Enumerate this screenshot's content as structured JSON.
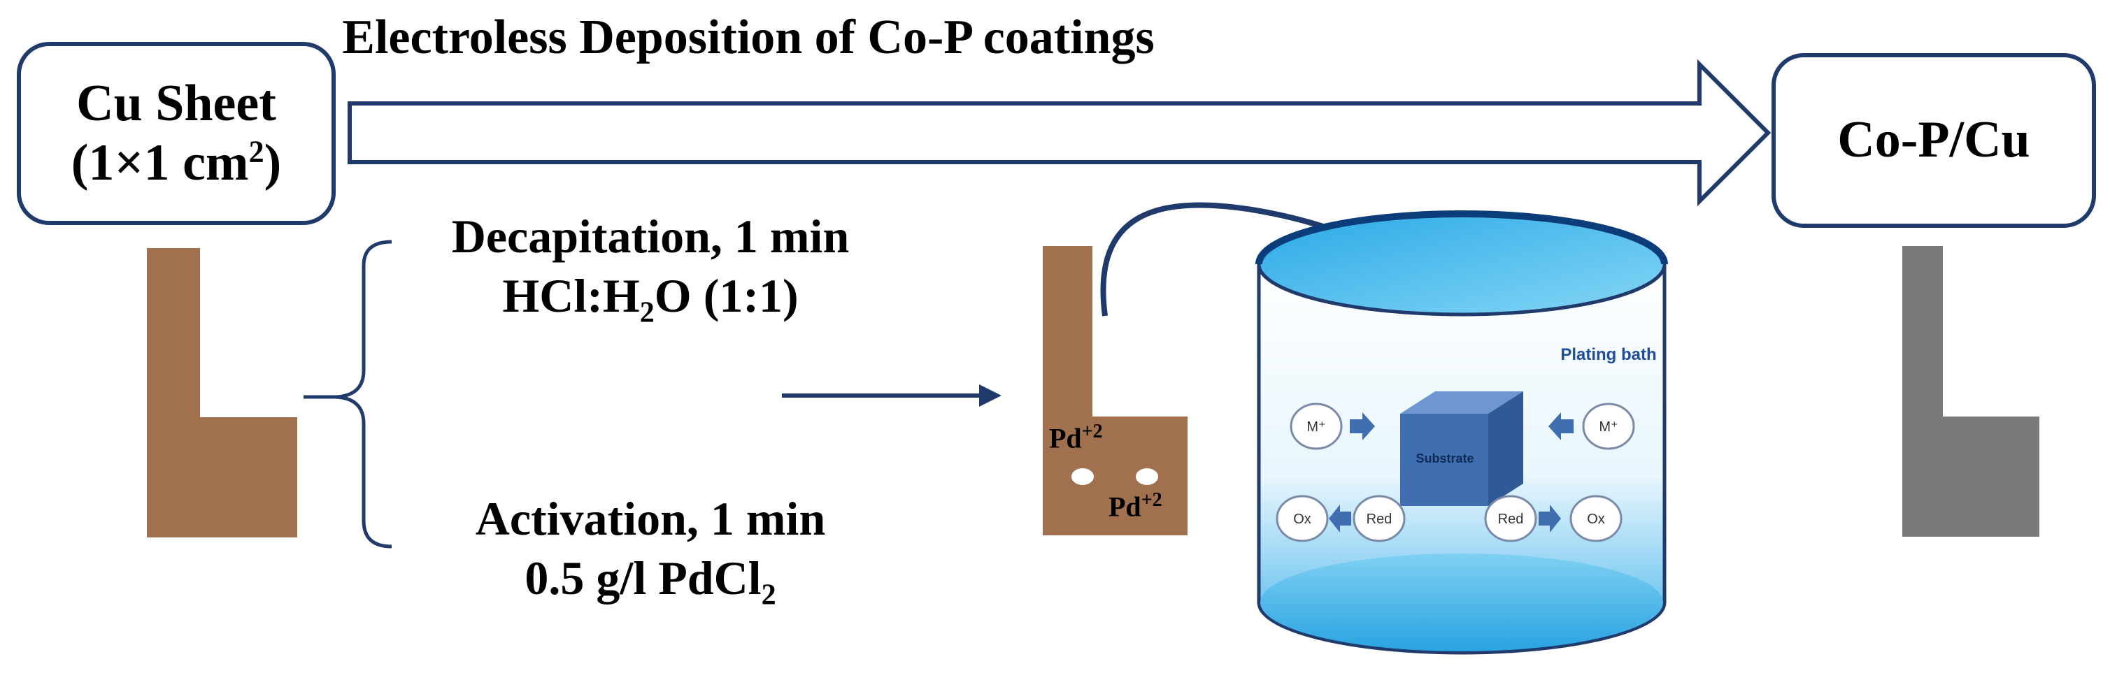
{
  "title": "Electroless Deposition of Co-P coatings",
  "start_box": {
    "line1": "Cu Sheet",
    "line2_prefix": "(1×1 cm",
    "line2_sup": "2",
    "line2_suffix": ")"
  },
  "end_box": {
    "label": "Co-P/Cu"
  },
  "step1": {
    "line1": "Decapitation, 1 min",
    "line2_a": "HCl:H",
    "line2_sub": "2",
    "line2_b": "O (1:1)"
  },
  "step2": {
    "line1": "Activation, 1 min",
    "line2_a": "0.5 g/l PdCl",
    "line2_sub": "2"
  },
  "pd_labels": [
    {
      "base": "Pd",
      "sup": "+2"
    },
    {
      "base": "Pd",
      "sup": "+2"
    }
  ],
  "bath": {
    "label": "Plating bath",
    "substrate": "Substrate",
    "ions_left_top": "M⁺",
    "ions_right_top": "M⁺",
    "ox_left": "Ox",
    "red_left": "Red",
    "red_right": "Red",
    "ox_right": "Ox"
  },
  "colors": {
    "box_border": "#1f3a6b",
    "copper": "#a0704f",
    "coated": "#7a7a7a",
    "arrow": "#1f3a6b",
    "water": "#5fc4ee",
    "cube": "#3f6fb0"
  }
}
